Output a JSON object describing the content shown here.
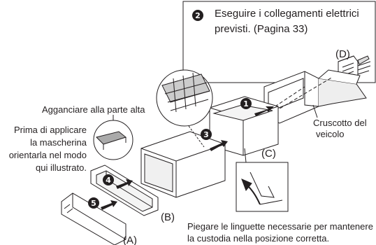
{
  "callout": {
    "step_number": "2",
    "line1": "Eseguire i collegamenti elettrici",
    "line2": "previsti. (Pagina 33)"
  },
  "labels": {
    "a": "(A)",
    "b": "(B)",
    "c": "(C)",
    "d": "(D)",
    "dashboard_line1": "Cruscotto del",
    "dashboard_line2": "veicolo"
  },
  "notes": {
    "hook_top": "Agganciare alla parte alta",
    "apply_line1": "Prima di applicare",
    "apply_line2": "la mascherina",
    "apply_line3": "orientarla nel modo",
    "apply_line4": "qui illustrato.",
    "bend_line1": "Piegare le linguette necessarie per mantenere",
    "bend_line2": "la custodia nella posizione corretta."
  },
  "steps": [
    "1",
    "3",
    "4",
    "5"
  ]
}
